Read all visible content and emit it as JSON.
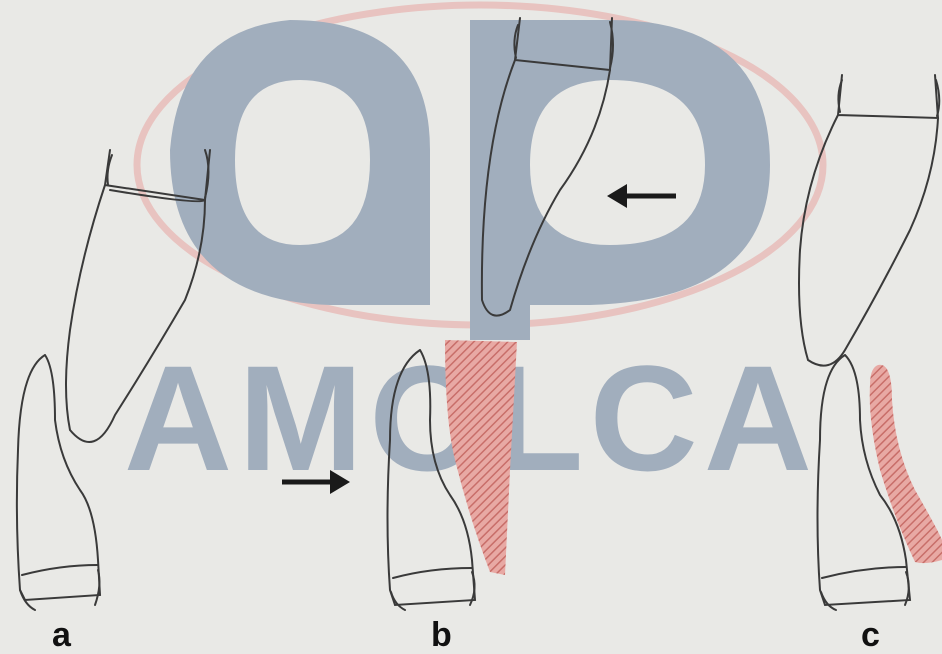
{
  "panels": [
    {
      "label": "a"
    },
    {
      "label": "b"
    },
    {
      "label": "c"
    }
  ],
  "watermark": {
    "text": "AMOLCA",
    "monogram": "ap",
    "color": "#9aa8b8",
    "ring_color": "#e4b8b4"
  },
  "colors": {
    "background": "#e9e9e6",
    "outline": "#3a3a3a",
    "hatch": "#d9847f",
    "arrow": "#1a1a1a"
  }
}
